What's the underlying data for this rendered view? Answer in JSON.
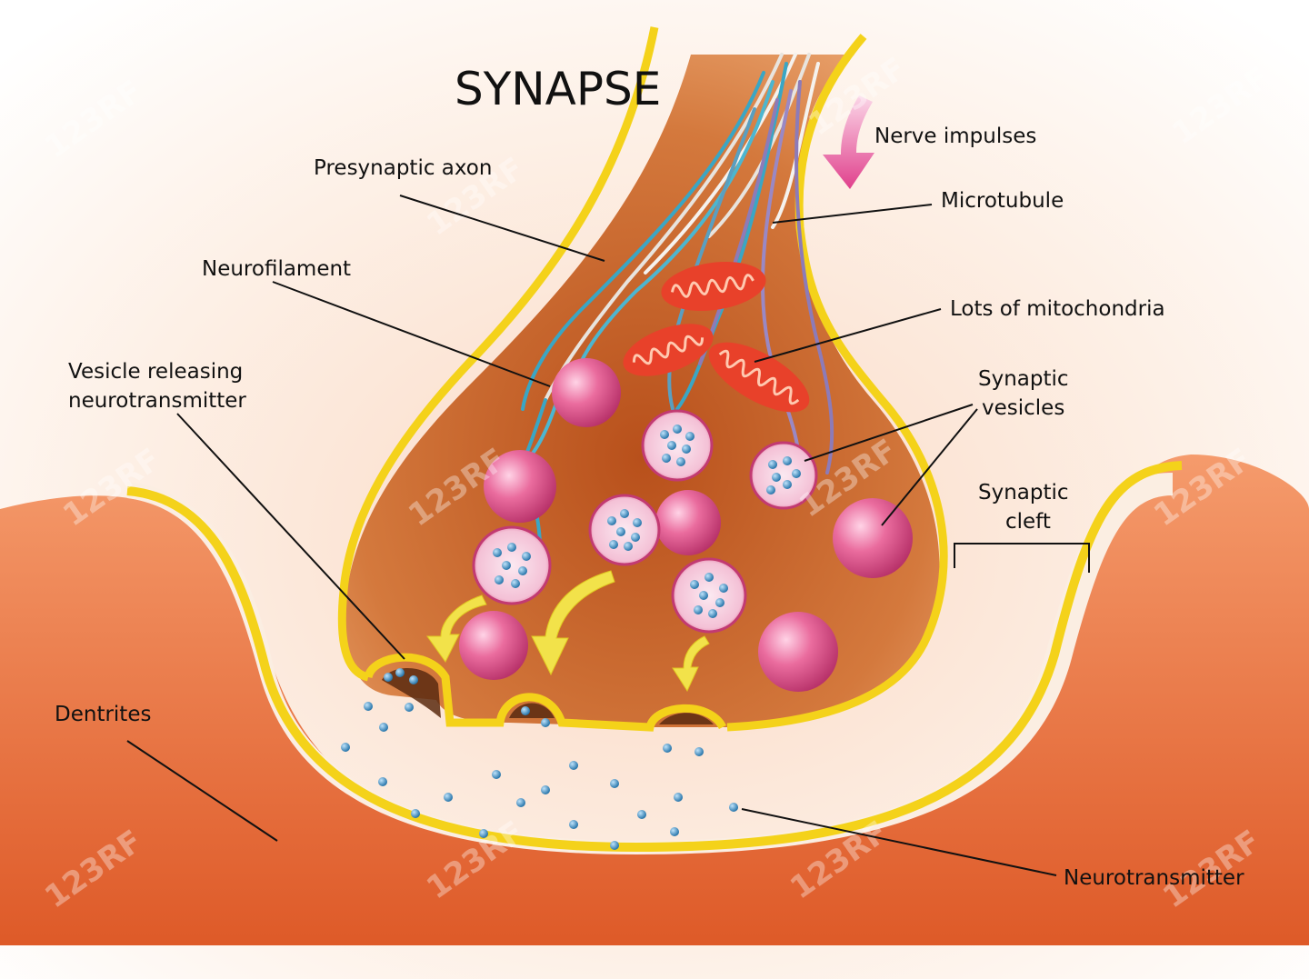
{
  "title": "SYNAPSE",
  "labels": {
    "nerve_impulses": "Nerve impulses",
    "presynaptic_axon": "Presynaptic axon",
    "microtubule": "Microtubule",
    "neurofilament": "Neurofilament",
    "mitochondria": "Lots of mitochondria",
    "vesicle_releasing_1": "Vesicle releasing",
    "vesicle_releasing_2": "neurotransmitter",
    "synaptic_vesicles_1": "Synaptic",
    "synaptic_vesicles_2": "vesicles",
    "synaptic_cleft_1": "Synaptic",
    "synaptic_cleft_2": "cleft",
    "dentrites": "Dentrites",
    "neurotransmitter": "Neurotransmitter"
  },
  "watermark": "123RF",
  "colors": {
    "terminal": "#c4621f",
    "membrane": "#f4d21a",
    "vesicle": "#e35a8c",
    "neurotransmitter_dot": "#2a7fb8",
    "mitochondria": "#e8412a",
    "arrow_pink": "#e45aa0",
    "arrow_yellow": "#f2e24a",
    "dendrite": "#e9784a"
  }
}
